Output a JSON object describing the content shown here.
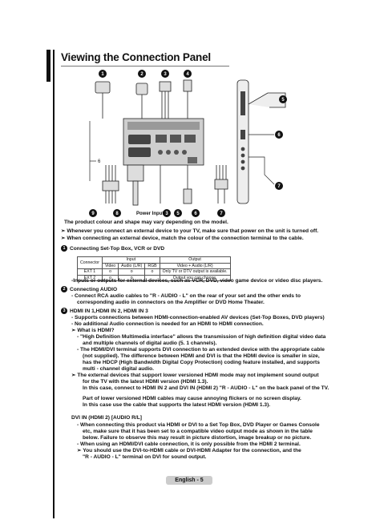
{
  "title": "Viewing the Connection Panel",
  "diagram": {
    "callouts_top": [
      "1",
      "2",
      "3",
      "4"
    ],
    "callouts_right": [
      "5",
      "6",
      "7"
    ],
    "callouts_bottom": [
      "9",
      "8",
      "Power Input",
      "3",
      "5",
      "6",
      "7"
    ],
    "side_label": "6",
    "note": "The product colour and shape may vary depending on the model."
  },
  "notes": [
    "Whenever you connect an external device to your TV, make sure that power on the unit is turned off.",
    "When connecting an external device, match the colour of the connection terminal to the cable."
  ],
  "s1": {
    "num": "1",
    "heading": "Connecting Set-Top Box, VCR or DVD",
    "table": {
      "h1": [
        "Connector",
        "Input",
        "Output"
      ],
      "h2": [
        "Video",
        "Audio (L/R)",
        "RGB",
        "Video + Audio (L/R)"
      ],
      "rows": [
        [
          "EXT 1",
          "o",
          "o",
          "o",
          "Only TV or DTV output is available."
        ],
        [
          "EXT 2",
          "o",
          "o",
          "",
          "Output you can choose."
        ]
      ]
    },
    "after": "-Inputs or outputs for external devices, such as  VCR, DVD, video game device or video disc players."
  },
  "s2": {
    "num": "2",
    "heading": "Connecting AUDIO",
    "lines": [
      "- Connect RCA audio cables to \"R - AUDIO - L\" on the rear of your set and the other ends to",
      "corresponding audio in connectors on the Amplifier or DVD Home Theater."
    ]
  },
  "s3": {
    "num": "3",
    "heading": "HDMI IN 1,HDMI IN 2, HDMI IN 3",
    "lines": [
      "- Supports connections between HDMI-connection-enabled AV devices (Set-Top Boxes, DVD players)",
      "- No additional Audio connection is needed for an HDMI to HDMI connection.",
      "➣  What is HDMI?",
      "- \"High Definition Multimedia interface\" allows the transmission of high definition digital video data",
      "and multiple channels of digital audio (5. 1  channels).",
      "- The HDMI/DVI terminal supports DVI connection to an extended device with the appropriate cable",
      "(not supplied). The difference between HDMI and DVI is that the HDMI device is smaller in size,",
      "has the HDCP (High Bandwidth Digital Copy Protection) coding feature installed, and supports",
      "multi - channel digital audio.",
      "➣  The external devices that support lower versioned HDMI mode may not implement sound output",
      "for the TV with the latest HDMI version (HDMI 1.3).",
      "In this case, connect to HDMI IN 2 and DVI IN (HDMI 2) \"R - AUDIO - L\" on the back panel of the TV.",
      "Part of lower versioned HDMI cables may cause annoying flickers or no screen display.",
      "In this case use the cable that supports the latest HDMI version (HDMI 1.3)."
    ]
  },
  "s4": {
    "heading": "DVI IN (HDMI 2) [AUDIO R/L]",
    "lines": [
      "- When connecting this product via HDMI or DVI to a Set Top Box, DVD Player or Games Console",
      "etc, make sure that it has been set to a  compatible video output mode as shown in the table",
      "below. Failure to observe this may result in picture distortion, image breakup or no picture.",
      "- When using an HDMI/DVI cable connection, it is only possible from the HDMI 2 terminal.",
      "➣  You should use the DVI-to-HDMI cable or DVI-HDMI Adapter for the connection, and the",
      "\"R - AUDIO - L\" terminal on DVI for sound output."
    ]
  },
  "footer": "English - 5"
}
